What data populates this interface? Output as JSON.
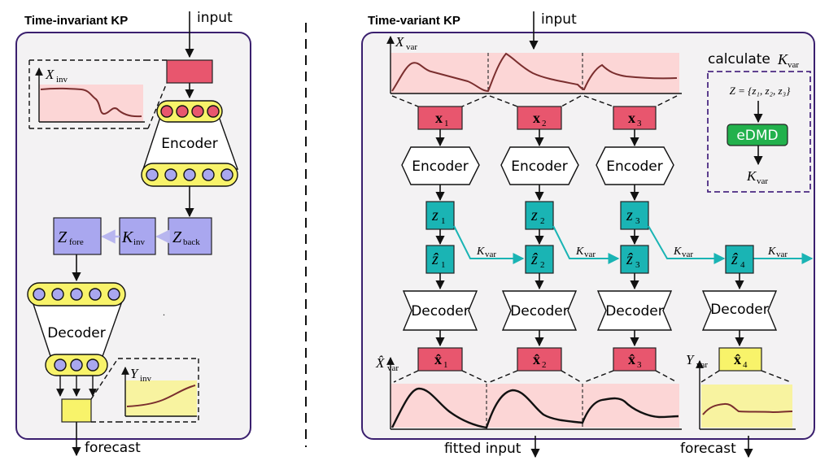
{
  "left": {
    "title": "Time-invariant KP",
    "input_label": "input",
    "forecast_label": "forecast",
    "encoder_label": "Encoder",
    "decoder_label": "Decoder",
    "x_label": {
      "main": "X",
      "sub": "inv"
    },
    "y_label": {
      "main": "Y",
      "sub": "inv"
    },
    "z_fore": {
      "main": "Z",
      "sub": "fore"
    },
    "k_inv": {
      "main": "K",
      "sub": "inv"
    },
    "z_back": {
      "main": "Z",
      "sub": "back"
    },
    "marker": "."
  },
  "right": {
    "title": "Time-variant KP",
    "input_label": "input",
    "fitted_label": "fitted input",
    "forecast_label": "forecast",
    "x_var_label": {
      "main": "X",
      "sub": "var"
    },
    "xhat_var_label": {
      "main": "X̂",
      "sub": "var"
    },
    "y_var_label": {
      "main": "Y",
      "sub": "var"
    },
    "x_boxes": [
      {
        "main": "x",
        "sub": "1"
      },
      {
        "main": "x",
        "sub": "2"
      },
      {
        "main": "x",
        "sub": "3"
      }
    ],
    "encoder_label": "Encoder",
    "decoder_label": "Decoder",
    "z_boxes": [
      {
        "main": "z",
        "sub": "1"
      },
      {
        "main": "z",
        "sub": "2"
      },
      {
        "main": "z",
        "sub": "3"
      }
    ],
    "zhat_boxes": [
      {
        "main": "ẑ",
        "sub": "1"
      },
      {
        "main": "ẑ",
        "sub": "2"
      },
      {
        "main": "ẑ",
        "sub": "3"
      },
      {
        "main": "ẑ",
        "sub": "4"
      }
    ],
    "xhat_boxes": [
      {
        "main": "x̂",
        "sub": "1"
      },
      {
        "main": "x̂",
        "sub": "2"
      },
      {
        "main": "x̂",
        "sub": "3"
      },
      {
        "main": "x̂",
        "sub": "4"
      }
    ],
    "k_var": {
      "main": "K",
      "sub": "var"
    },
    "calc": {
      "title_prefix": "calculate",
      "title_k": {
        "main": "K",
        "sub": "var"
      },
      "z_set": "Z = {z₁, z₂, z₃}",
      "edmd_label": "eDMD",
      "k_out": {
        "main": "K",
        "sub": "var"
      }
    }
  },
  "colors": {
    "panel_border": "#3a1f6e",
    "red_box": "#e8566e",
    "pink_bg": "#fcd6d6",
    "yellow": "#f8f36a",
    "teal": "#1ab4b4",
    "lavender": "#a9a7ef",
    "green": "#22b14c",
    "circle_red": "#e8566e",
    "circle_purple": "#a9a7ef",
    "curve": "#7a2e2e"
  }
}
